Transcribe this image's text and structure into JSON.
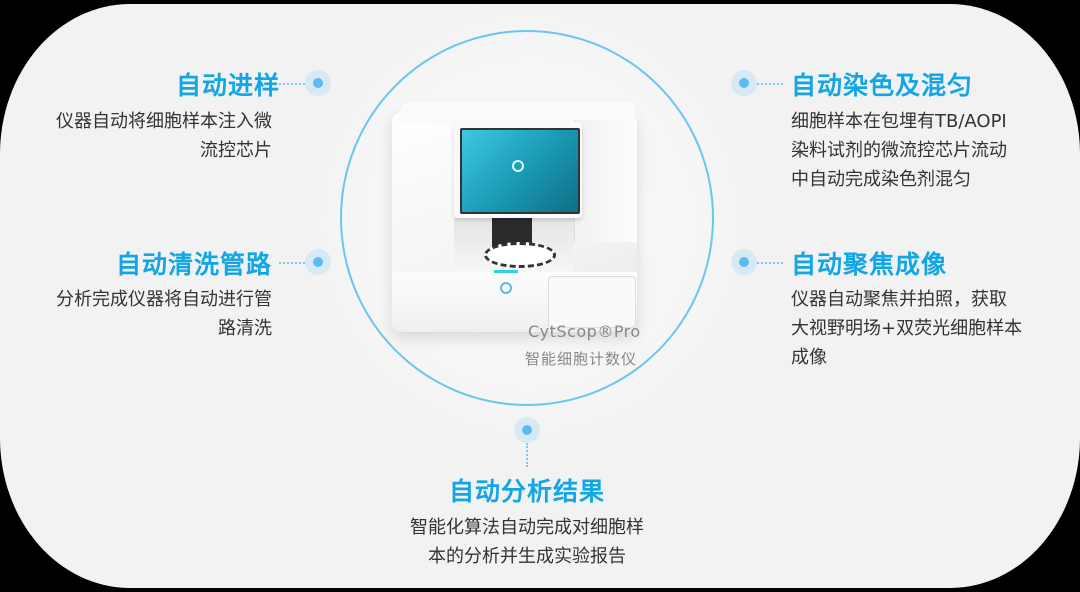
{
  "colors": {
    "accent": "#12a6e6",
    "ring": "#6cc5ee",
    "dot": "#5bbdef",
    "dot_halo": "#d6e9f4",
    "background": "#f2f2f2",
    "text": "#333333",
    "caption": "#888888"
  },
  "product": {
    "name": "CytScop®Pro",
    "subtitle": "智能细胞计数仪",
    "icon": "instrument-image"
  },
  "features": {
    "auto_sampling": {
      "title": "自动进样",
      "desc_lines": [
        "仪器自动将细胞样本注入微",
        "流控芯片"
      ]
    },
    "auto_cleaning": {
      "title": "自动清洗管路",
      "desc_lines": [
        "分析完成仪器将自动进行管",
        "路清洗"
      ]
    },
    "auto_staining": {
      "title": "自动染色及混匀",
      "desc_lines": [
        "细胞样本在包埋有TB/AOPI",
        "染料试剂的微流控芯片流动",
        "中自动完成染色剂混匀"
      ]
    },
    "auto_focus": {
      "title": "自动聚焦成像",
      "desc_lines": [
        "仪器自动聚焦并拍照，获取",
        "大视野明场+双荧光细胞样本",
        "成像"
      ]
    },
    "auto_analysis": {
      "title": "自动分析结果",
      "desc_lines": [
        "智能化算法自动完成对细胞样",
        "本的分析并生成实验报告"
      ]
    }
  }
}
